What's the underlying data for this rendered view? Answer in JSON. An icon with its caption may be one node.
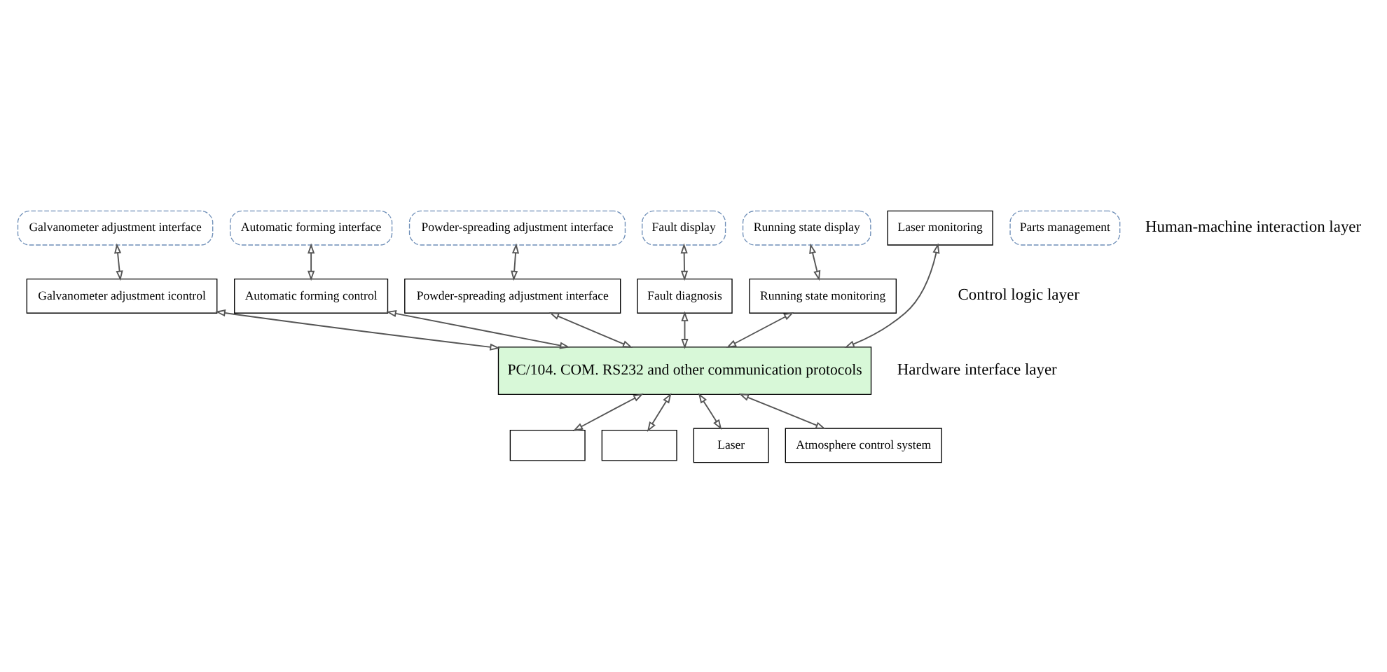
{
  "diagram": {
    "nodes": [
      {
        "text": [
          "Galvanometer adjustment interface"
        ]
      },
      {
        "text": [
          "Automatic forming interface"
        ]
      },
      {
        "text": [
          "Powder-spreading adjustment interface"
        ]
      },
      {
        "text": [
          "Fault display"
        ]
      },
      {
        "text": [
          "Running state display"
        ]
      },
      {
        "text": [
          "Laser monitoring"
        ]
      },
      {
        "text": [
          "Parts management"
        ]
      },
      {
        "text": [
          "Galvanometer adjustment icontrol"
        ]
      },
      {
        "text": [
          "Automatic forming control"
        ]
      },
      {
        "text": [
          "Powder-spreading adjustment interface"
        ]
      },
      {
        "text": [
          "Fault diagnosis"
        ]
      },
      {
        "text": [
          "Running state monitoring"
        ]
      },
      {
        "text": [
          "PC/104. COM. RS232 and other communication protocols"
        ]
      },
      {
        "text": [],
        "shape": "box"
      },
      {
        "text": [],
        "shape": "box"
      },
      {
        "text": [
          "Laser"
        ]
      },
      {
        "text": [
          "Atmosphere control system"
        ]
      }
    ],
    "edges": [
      {
        "from": 0,
        "to": 7,
        "arrow": "both"
      },
      {
        "from": 1,
        "to": 8,
        "arrow": "both"
      },
      {
        "from": 2,
        "to": 9,
        "arrow": "both"
      },
      {
        "from": 3,
        "to": 10,
        "arrow": "both"
      },
      {
        "from": 4,
        "to": 11,
        "arrow": "both"
      },
      {
        "from": 5,
        "to": 12,
        "arrow": "both"
      },
      {
        "from": 7,
        "to": 12,
        "arrow": "both"
      },
      {
        "from": 8,
        "to": 12,
        "arrow": "both"
      },
      {
        "from": 9,
        "to": 12,
        "arrow": "both"
      },
      {
        "from": 10,
        "to": 12,
        "arrow": "both"
      },
      {
        "from": 11,
        "to": 12,
        "arrow": "both"
      },
      {
        "from": 12,
        "to": 13,
        "arrow": "both"
      },
      {
        "from": 12,
        "to": 14,
        "arrow": "both"
      },
      {
        "from": 12,
        "to": 15,
        "arrow": "both"
      },
      {
        "from": 12,
        "to": 16,
        "arrow": "both"
      }
    ],
    "labels": [
      "Human-machine interaction layer",
      "Control logic layer",
      "Hardware interface layer"
    ]
  }
}
